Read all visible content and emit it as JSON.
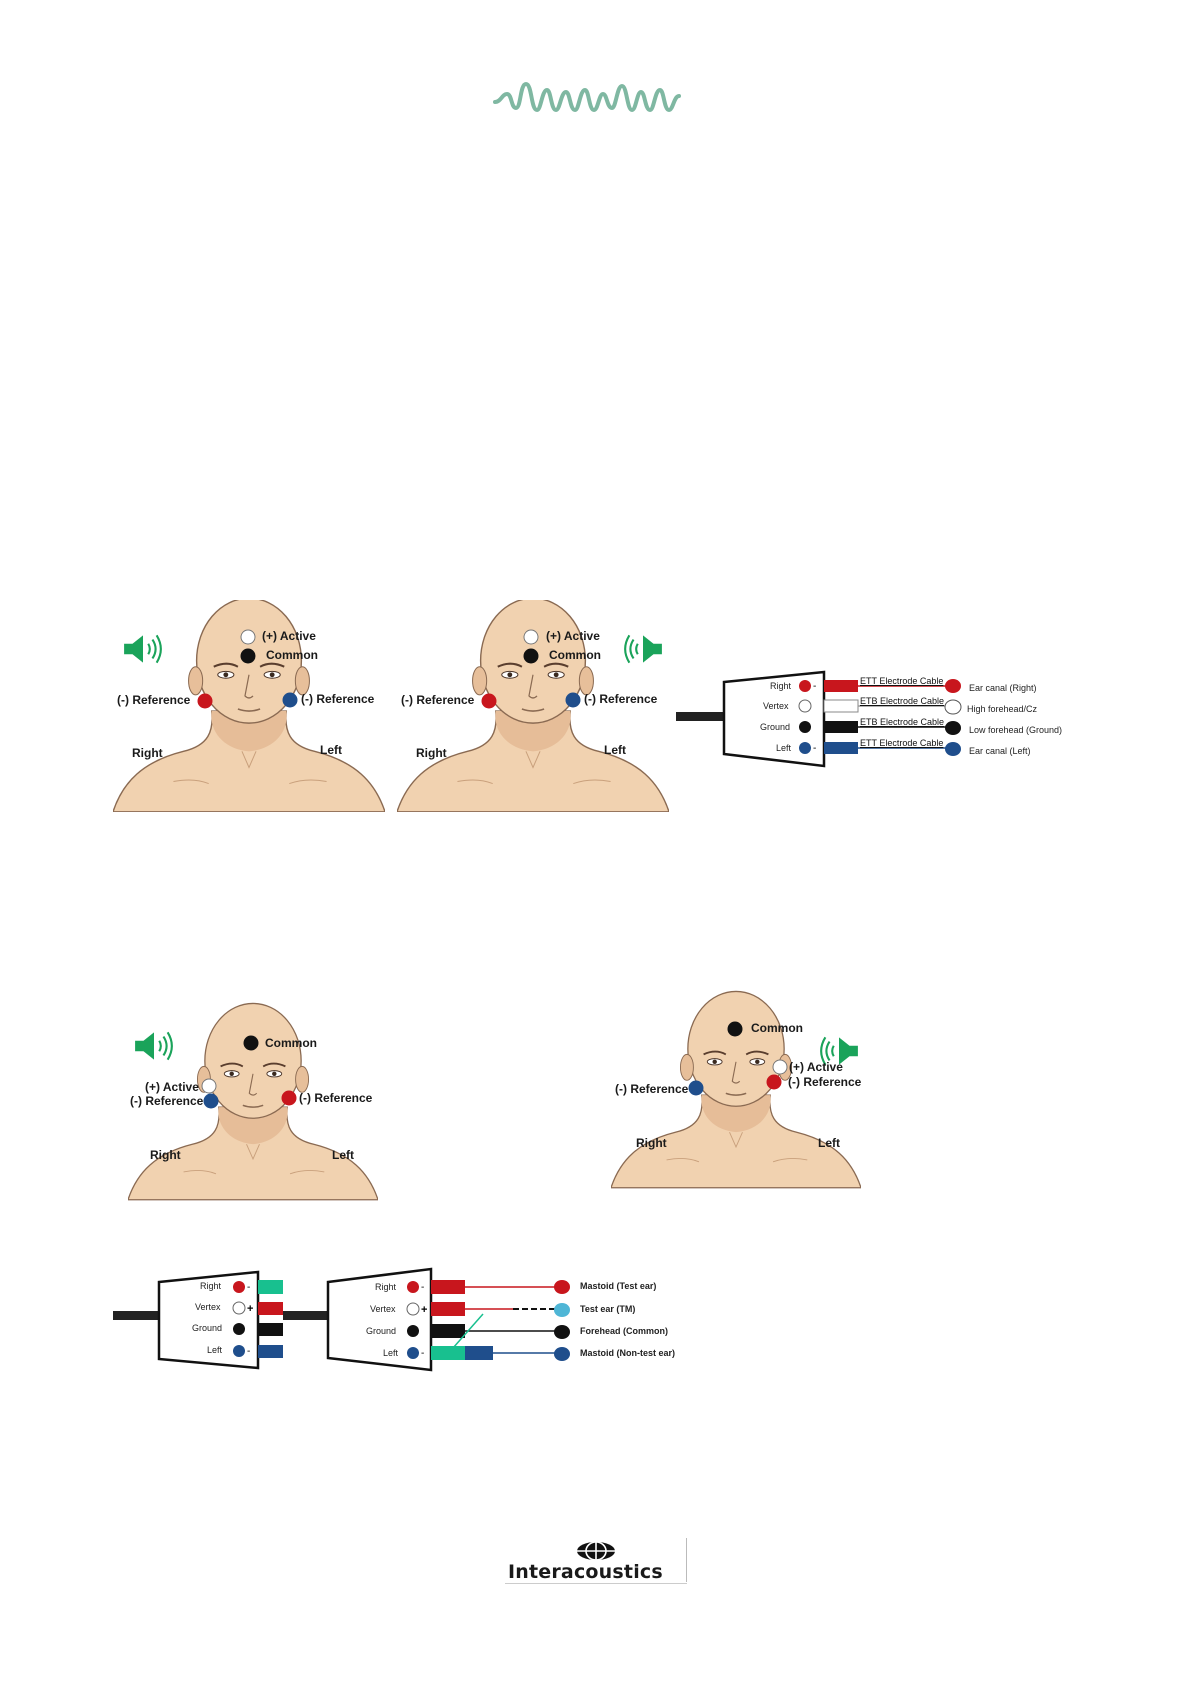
{
  "brand": {
    "name": "Interacoustics",
    "logo_icon": "interacoustics-globe-icon",
    "header_wave_icon": "waveform-logo-icon",
    "accent_color": "#7fb8a2"
  },
  "figure1": {
    "left_head": {
      "active": "(+) Active",
      "common": "Common",
      "ref_right": "(-) Reference",
      "ref_left": "(-) Reference",
      "side_right": "Right",
      "side_left": "Left",
      "speaker": "speaker-left-icon"
    },
    "right_head": {
      "active": "(+) Active",
      "common": "Common",
      "ref_right": "(-) Reference",
      "ref_left": "(-) Reference",
      "side_right": "Right",
      "side_left": "Left",
      "speaker": "speaker-right-icon"
    },
    "connector": {
      "ports": [
        "Right",
        "Vertex",
        "Ground",
        "Left"
      ],
      "cables": [
        "ETT Electrode Cable",
        "ETB Electrode Cable",
        "ETB Electrode Cable",
        "ETT Electrode Cable"
      ],
      "destinations": [
        "Ear canal (Right)",
        "High forehead/Cz",
        "Low forehead (Ground)",
        "Ear canal (Left)"
      ]
    }
  },
  "figure2": {
    "left_head": {
      "common": "Common",
      "active": "(+) Active",
      "ref_same": "(-) Reference",
      "ref_other": "(-) Reference",
      "side_right": "Right",
      "side_left": "Left"
    },
    "right_head": {
      "common": "Common",
      "active": "(+) Active",
      "ref_same": "(-) Reference",
      "ref_other": "(-) Reference",
      "side_right": "Right",
      "side_left": "Left"
    },
    "connector_a": {
      "ports": [
        "Right",
        "Vertex",
        "Ground",
        "Left"
      ]
    },
    "connector_b": {
      "ports": [
        "Right",
        "Vertex",
        "Ground",
        "Left"
      ],
      "destinations": [
        "Mastoid (Test ear)",
        "Test ear (TM)",
        "Forehead (Common)",
        "Mastoid (Non-test ear)"
      ]
    }
  },
  "colors": {
    "red": "#c8161d",
    "blue": "#1f4e8c",
    "black": "#111111",
    "green": "#1aa35a",
    "teal": "#18c08f",
    "cyan": "#4fb6d6",
    "skin": "#f1d2b0",
    "skin_shade": "#d8ab84"
  }
}
